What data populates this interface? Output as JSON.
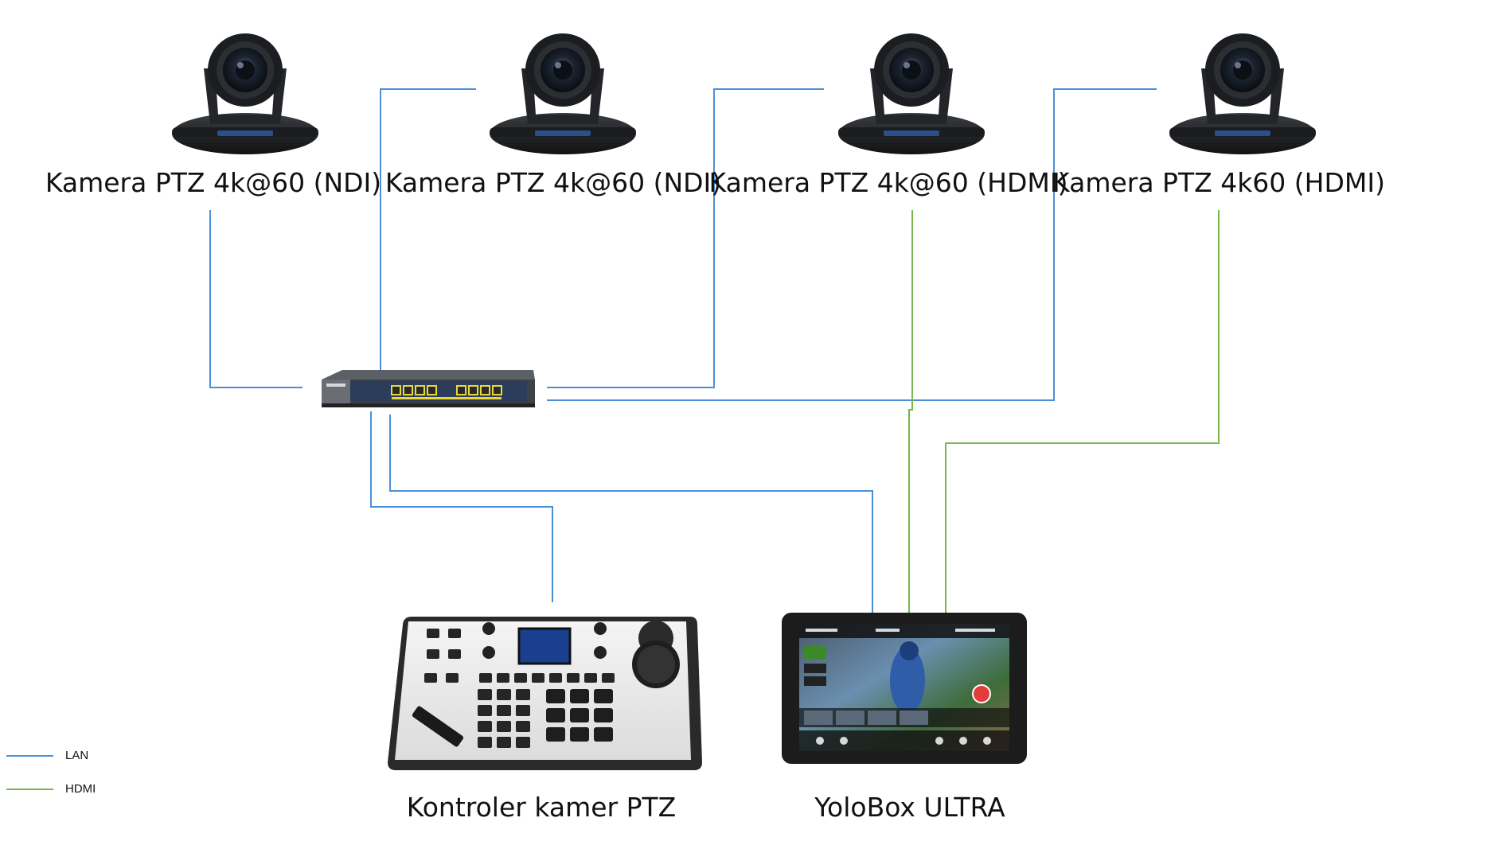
{
  "colors": {
    "lan": "#4a90d9",
    "hdmi": "#78b84a",
    "device_dark": "#222222"
  },
  "cameras": [
    {
      "label": "Kamera PTZ 4k@60 (NDI)",
      "icon": "ptz-camera-icon"
    },
    {
      "label": "Kamera PTZ 4k@60 (NDI)",
      "icon": "ptz-camera-icon"
    },
    {
      "label": "Kamera PTZ 4k@60 (HDMI)",
      "icon": "ptz-camera-icon"
    },
    {
      "label": "Kamera PTZ 4k60 (HDMI)",
      "icon": "ptz-camera-icon"
    }
  ],
  "switch": {
    "icon": "network-switch-icon"
  },
  "controller": {
    "label": "Kontroler kamer PTZ",
    "icon": "ptz-controller-icon"
  },
  "yolobox": {
    "label": "YoloBox ULTRA",
    "icon": "yolobox-icon"
  },
  "legend": [
    {
      "label": "LAN",
      "type": "lan"
    },
    {
      "label": "HDMI",
      "type": "hdmi"
    }
  ]
}
